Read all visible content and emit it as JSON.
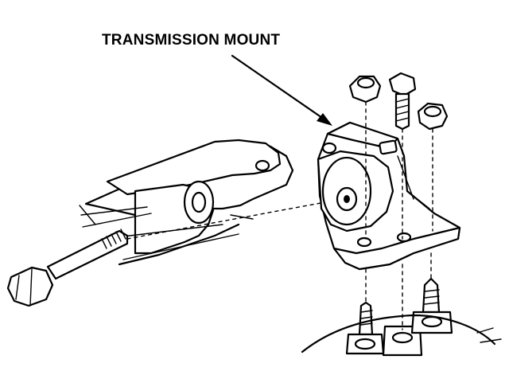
{
  "diagram": {
    "callout_label": "TRANSMISSION MOUNT",
    "colors": {
      "ink": "#000000",
      "paper": "#ffffff"
    },
    "parts": [
      "transmission-bracket-arm",
      "transmission-mount",
      "through-bolt",
      "mount-bolt",
      "mount-stud"
    ]
  }
}
